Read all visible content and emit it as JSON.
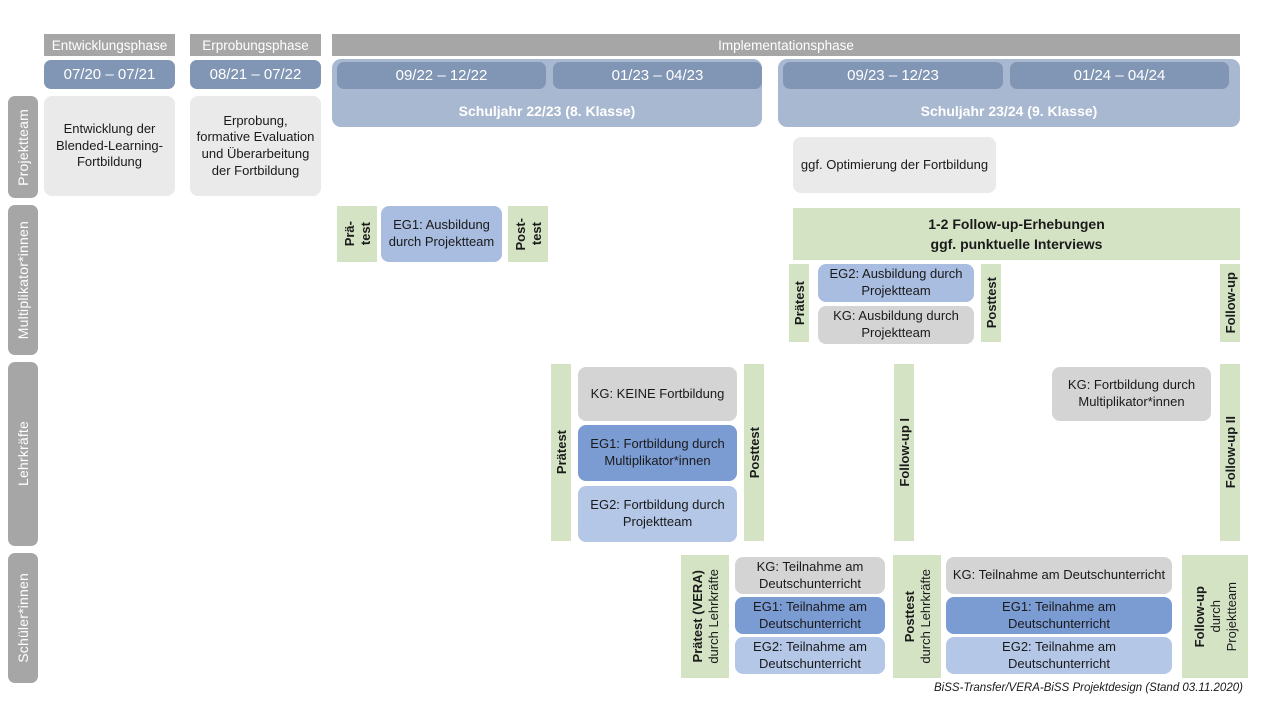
{
  "title": "BiSS-Transfer/VERA-BiSS Projektdesign",
  "colors": {
    "grey_label": "#a6a6a6",
    "date_bar": "#8096b4",
    "school_year": "#a8b8d0",
    "box_grey": "#eaeaea",
    "box_grey_dark": "#d4d4d4",
    "box_blue_mid": "#a8bde0",
    "box_blue_dark": "#7b9bd3",
    "box_blue_light": "#b4c7e7",
    "green_strip": "#d5e3c5"
  },
  "row_labels": [
    {
      "id": "projektteam",
      "label": "Projektteam"
    },
    {
      "id": "multiplikatorinnen",
      "label": "Multiplikator*innen"
    },
    {
      "id": "lehrkraefte",
      "label": "Lehrkräfte"
    },
    {
      "id": "schuelerinnen",
      "label": "Schüler*innen"
    }
  ],
  "phases": [
    {
      "id": "entwicklungsphase",
      "label": "Entwicklungsphase"
    },
    {
      "id": "erprobungsphase",
      "label": "Erprobungsphase"
    },
    {
      "id": "implementationsphase",
      "label": "Implementationsphase"
    }
  ],
  "date_bars": [
    {
      "id": "d1",
      "label": "07/20 – 07/21"
    },
    {
      "id": "d2",
      "label": "08/21 – 07/22"
    },
    {
      "id": "d3",
      "label": "09/22 – 12/22"
    },
    {
      "id": "d4",
      "label": "01/23 – 04/23"
    },
    {
      "id": "d5",
      "label": "09/23 – 12/23"
    },
    {
      "id": "d6",
      "label": "01/24 – 04/24"
    }
  ],
  "school_years": [
    {
      "id": "sy2223",
      "label": "Schuljahr 22/23 (8. Klasse)"
    },
    {
      "id": "sy2324",
      "label": "Schuljahr 23/24 (9. Klasse)"
    }
  ],
  "projektteam": {
    "entwicklung": "Entwicklung der Blended-Learning-Fortbildung",
    "erprobung": "Erprobung, formative Evaluation und Überarbeitung der Fortbildung",
    "optimierung": "ggf. Optimierung der Fortbildung"
  },
  "multiplikatoren": {
    "praetest_1": "Prä-\ntest",
    "praetest_1_line1": "Prä-",
    "praetest_1_line2": "test",
    "eg1": "EG1: Ausbildung durch Projektteam",
    "posttest_1_line1": "Post-",
    "posttest_1_line2": "test",
    "banner_line1": "1-2 Follow-up-Erhebungen",
    "banner_line2": "ggf. punktuelle Interviews",
    "praetest_2": "Prätest",
    "eg2": "EG2: Ausbildung durch Projektteam",
    "kg": "KG: Ausbildung durch Projektteam",
    "posttest_2": "Posttest",
    "followup": "Follow-up"
  },
  "lehrkraefte": {
    "praetest": "Prätest",
    "kg_keine": "KG:  KEINE Fortbildung",
    "eg1": "EG1: Fortbildung durch Multiplikator*innen",
    "eg2": "EG2: Fortbildung durch Projektteam",
    "posttest": "Posttest",
    "followup_1": "Follow-up I",
    "kg_fortbildung": "KG: Fortbildung durch Multiplikator*innen",
    "followup_2": "Follow-up II"
  },
  "schueler": {
    "praetest_main": "Prätest (VERA)",
    "praetest_sub": "durch Lehrkräfte",
    "kg_1": "KG: Teilnahme am Deutschunterricht",
    "eg1_1": "EG1: Teilnahme am Deutschunterricht",
    "eg2_1": "EG2: Teilnahme am Deutschunterricht",
    "posttest_main": "Posttest",
    "posttest_sub": "durch Lehrkräfte",
    "kg_2": "KG: Teilnahme am Deutschunterricht",
    "eg1_2": "EG1: Teilnahme am Deutschunterricht",
    "eg2_2": "EG2: Teilnahme am Deutschunterricht",
    "followup_main": "Follow-up",
    "followup_sub1": "durch",
    "followup_sub2": "Projektteam"
  },
  "footer": "BiSS-Transfer/VERA-BiSS Projektdesign (Stand 03.11.2020)"
}
